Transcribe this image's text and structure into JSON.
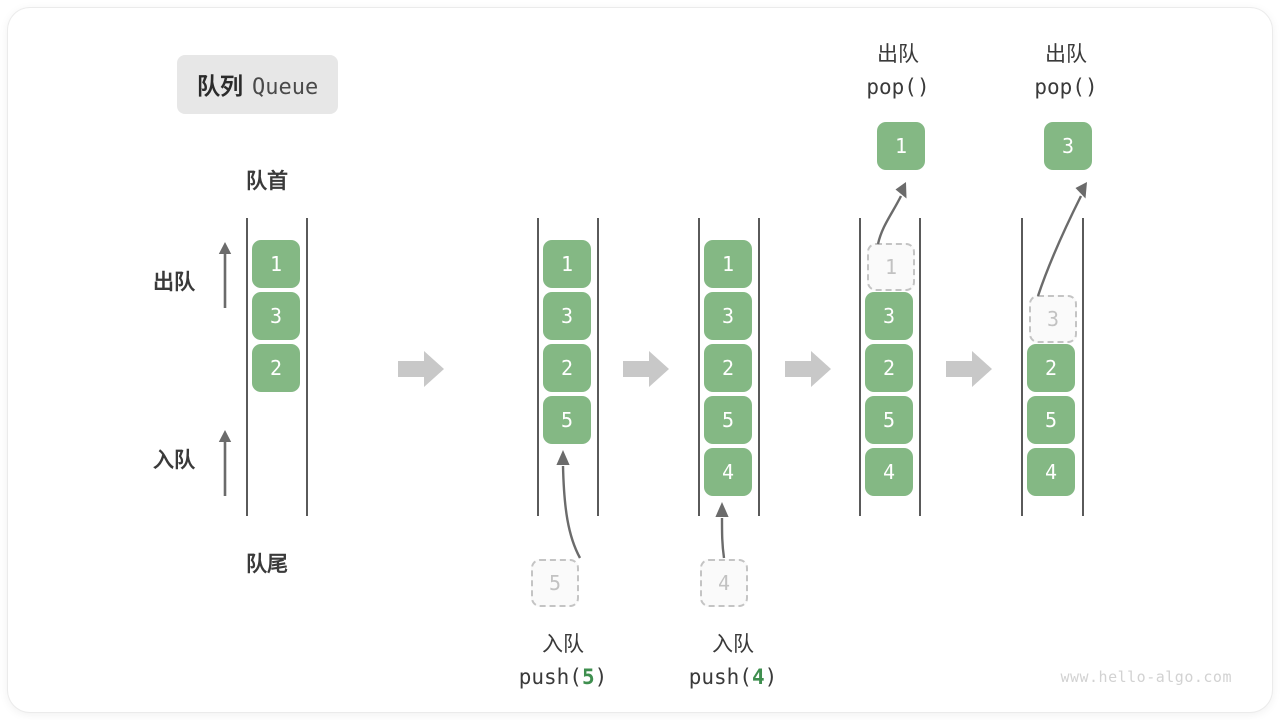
{
  "title": {
    "cn": "队列",
    "en": "Queue"
  },
  "labels": {
    "head": "队首",
    "tail": "队尾",
    "dequeue": "出队",
    "enqueue": "入队"
  },
  "colors": {
    "element": "#84b884",
    "element_text": "#ffffff",
    "ghost_border": "#c4c4c4",
    "ghost_text": "#c2c2c2",
    "rail": "#5a5a5a",
    "arrow": "#6b6b6b",
    "block_arrow": "#c8c8c8",
    "badge_bg": "#e7e7e7",
    "text": "#3a3a3a",
    "code_accent": "#3f8f4f"
  },
  "stages": [
    {
      "name": "initial",
      "elements": [
        "1",
        "3",
        "2"
      ],
      "ghost": null,
      "popped": null,
      "caption": null
    },
    {
      "name": "push-5",
      "elements": [
        "1",
        "3",
        "2",
        "5"
      ],
      "ghost": "5",
      "popped": null,
      "caption": {
        "line1": "入队",
        "line2_pre": "push(",
        "line2_num": "5",
        "line2_post": ")"
      }
    },
    {
      "name": "push-4",
      "elements": [
        "1",
        "3",
        "2",
        "5",
        "4"
      ],
      "ghost": "4",
      "popped": null,
      "caption": {
        "line1": "入队",
        "line2_pre": "push(",
        "line2_num": "4",
        "line2_post": ")"
      }
    },
    {
      "name": "pop-1",
      "elements": [
        "3",
        "2",
        "5",
        "4"
      ],
      "ghost": "1",
      "popped": "1",
      "caption": {
        "line1": "出队",
        "line2_pre": "pop(",
        "line2_num": "",
        "line2_post": ")"
      }
    },
    {
      "name": "pop-3",
      "elements": [
        "2",
        "5",
        "4"
      ],
      "ghost": "3",
      "popped": "3",
      "caption": {
        "line1": "出队",
        "line2_pre": "pop(",
        "line2_num": "",
        "line2_post": ")"
      }
    }
  ],
  "watermark": "www.hello-algo.com"
}
